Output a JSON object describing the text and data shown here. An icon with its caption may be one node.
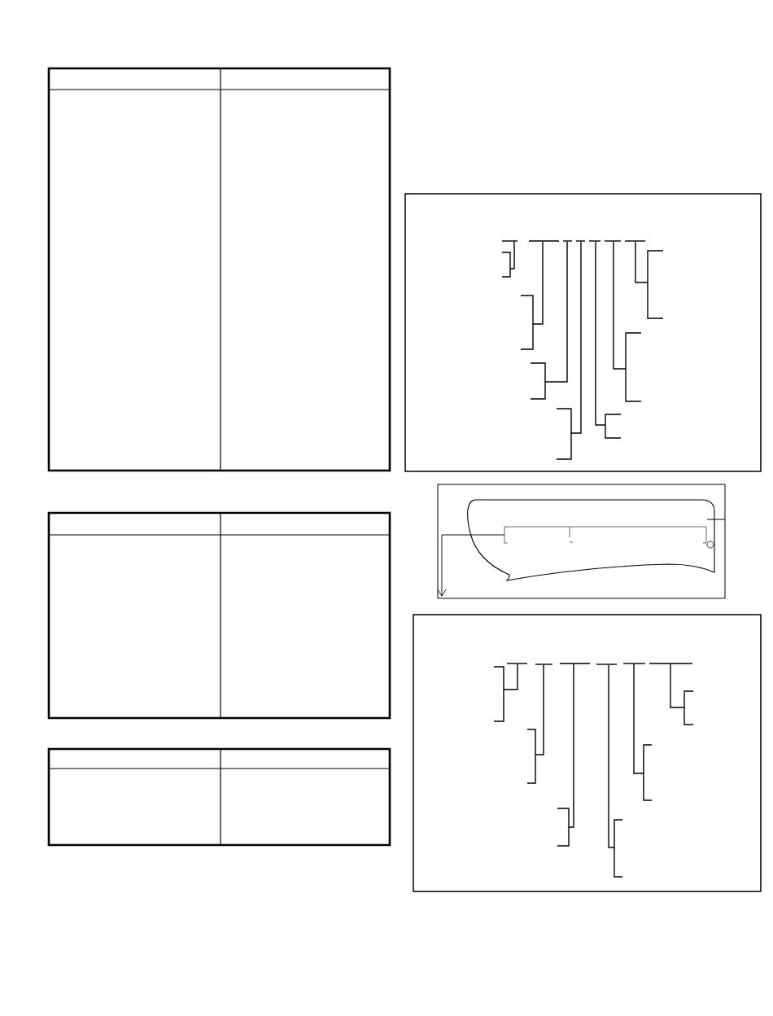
{
  "diagram": {
    "nodes": [
      {
        "text": [],
        "shape": "box"
      },
      {
        "text": [],
        "shape": "bar",
        "in": 0
      },
      {
        "text": [],
        "shape": "bar",
        "in": 0
      },
      {
        "text": [],
        "shape": "bar",
        "in": 0
      },
      {
        "text": [],
        "shape": "bar",
        "in": 0
      },
      {
        "text": [],
        "shape": "bar",
        "in": 0
      },
      {
        "text": [],
        "shape": "bar",
        "in": 0
      },
      {
        "text": [],
        "shape": "bar",
        "in": 0
      },
      {
        "text": [],
        "shape": "bracket",
        "in": 0
      },
      {
        "text": [],
        "shape": "bracket",
        "in": 0
      },
      {
        "text": [],
        "shape": "bracket",
        "in": 0
      },
      {
        "text": [],
        "shape": "bracket",
        "in": 0
      },
      {
        "text": [],
        "shape": "bracket",
        "in": 0
      },
      {
        "text": [],
        "shape": "bracket",
        "in": 0
      },
      {
        "text": [],
        "shape": "bracket",
        "in": 0
      },
      {
        "text": [],
        "shape": "box"
      },
      {
        "text": [],
        "shape": "picture",
        "in": 15
      },
      {
        "text": [],
        "shape": "bar",
        "in": 16
      },
      {
        "text": [],
        "shape": "box"
      },
      {
        "text": [],
        "shape": "bar",
        "in": 18
      },
      {
        "text": [],
        "shape": "bar",
        "in": 18
      },
      {
        "text": [],
        "shape": "bar",
        "in": 18
      },
      {
        "text": [],
        "shape": "bar",
        "in": 18
      },
      {
        "text": [],
        "shape": "bar",
        "in": 18
      },
      {
        "text": [],
        "shape": "bar",
        "in": 18
      },
      {
        "text": [],
        "shape": "bracket",
        "in": 18
      },
      {
        "text": [],
        "shape": "bracket",
        "in": 18
      },
      {
        "text": [],
        "shape": "bracket",
        "in": 18
      },
      {
        "text": [],
        "shape": "bracket",
        "in": 18
      },
      {
        "text": [],
        "shape": "bracket",
        "in": 18
      },
      {
        "text": [],
        "shape": "bracket",
        "in": 18
      }
    ],
    "edges": [
      {
        "from": 1,
        "to": 8,
        "arrow": "none"
      },
      {
        "from": 2,
        "to": 9,
        "arrow": "none"
      },
      {
        "from": 3,
        "to": 10,
        "arrow": "none"
      },
      {
        "from": 4,
        "to": 11,
        "arrow": "none"
      },
      {
        "from": 5,
        "to": 12,
        "arrow": "none"
      },
      {
        "from": 6,
        "to": 13,
        "arrow": "none"
      },
      {
        "from": 7,
        "to": 14,
        "arrow": "none"
      },
      {
        "from": 16,
        "to": 15,
        "arrow": "none"
      },
      {
        "from": 17,
        "to": null,
        "arrow": "to"
      },
      {
        "from": 19,
        "to": 25,
        "arrow": "none"
      },
      {
        "from": 20,
        "to": 26,
        "arrow": "none"
      },
      {
        "from": 21,
        "to": 27,
        "arrow": "none"
      },
      {
        "from": 22,
        "to": 28,
        "arrow": "none"
      },
      {
        "from": 23,
        "to": 29,
        "arrow": "none"
      },
      {
        "from": 24,
        "to": 30,
        "arrow": "none"
      }
    ]
  }
}
